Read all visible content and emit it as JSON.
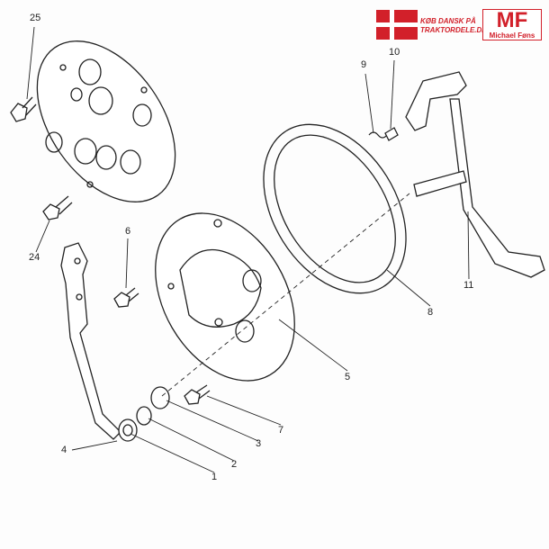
{
  "logo": {
    "slogan_line1": "KØB DANSK PÅ",
    "slogan_line2": "TRAKTORDELE.DK",
    "brand": "MF",
    "owner": "Michael Føns",
    "flag_color": "#d2202a"
  },
  "callouts": [
    "25",
    "24",
    "6",
    "9",
    "10",
    "11",
    "8",
    "5",
    "7",
    "3",
    "2",
    "1",
    "4"
  ]
}
